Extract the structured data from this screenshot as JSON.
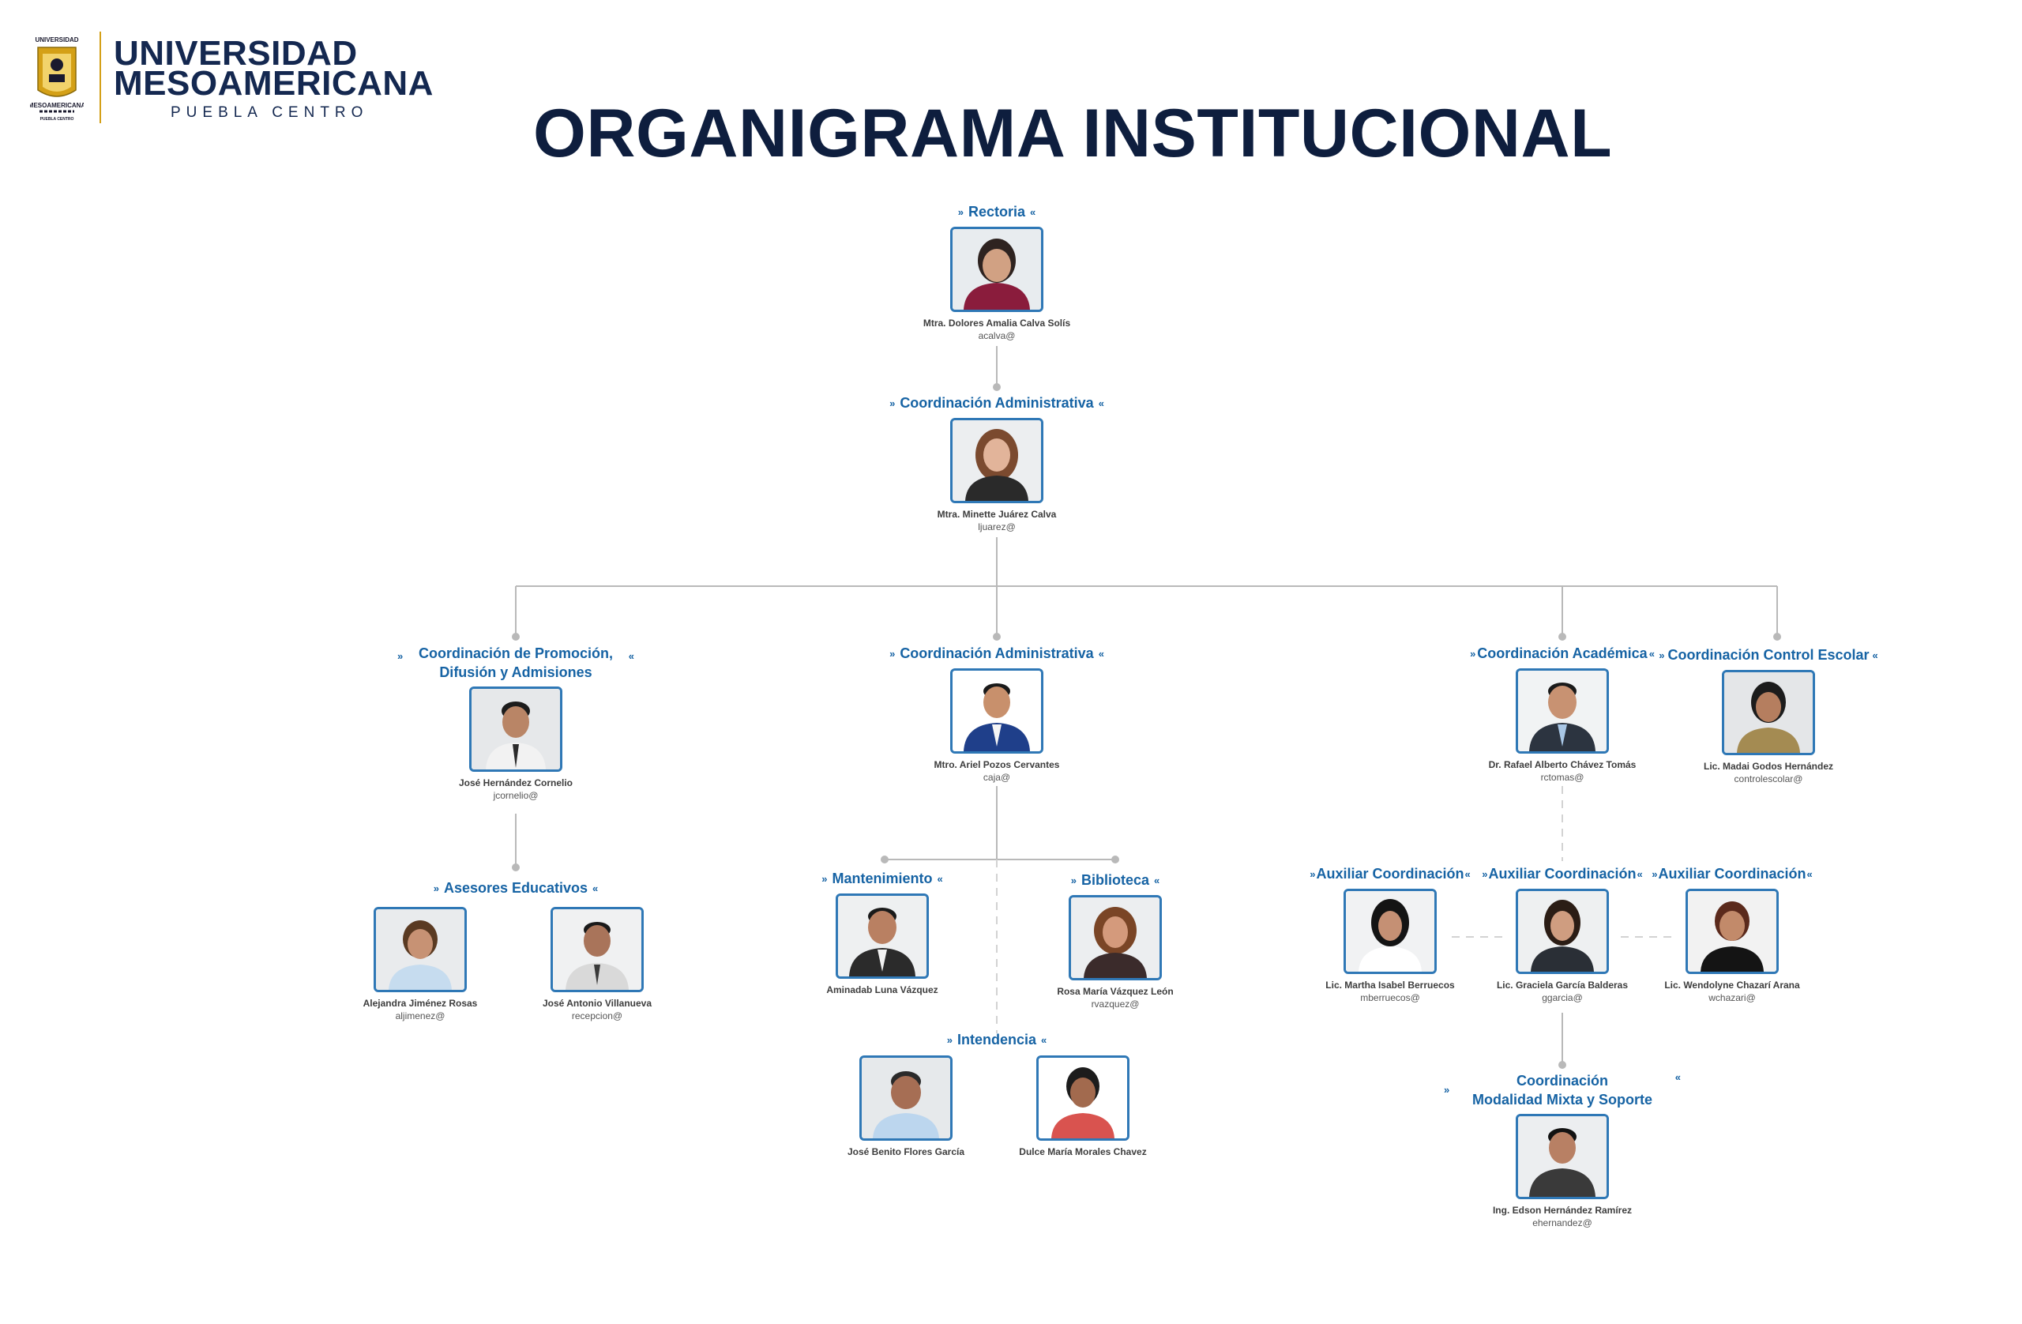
{
  "header": {
    "brand_line1": "UNIVERSIDAD",
    "brand_line2": "MESOAMERICANA",
    "brand_line3": "PUEBLA CENTRO",
    "seal_top": "UNIVERSIDAD",
    "seal_bottom": "MESOAMERICANA",
    "seal_sub": "PUEBLA CENTRO",
    "page_title": "ORGANIGRAMA INSTITUCIONAL",
    "accent": "#d4a017"
  },
  "colors": {
    "title": "#0e1e3e",
    "node_title": "#1663a4",
    "photo_border": "#2f78b6",
    "connector": "#b9b9b9"
  },
  "nodes": {
    "rectoria": {
      "title": "Rectoria",
      "name": "Mtra. Dolores Amalia Calva Solís",
      "email": "acalva@"
    },
    "coord_admin_1": {
      "title": "Coordinación Administrativa",
      "name": "Mtra. Minette Juárez Calva",
      "email": "ljuarez@"
    },
    "coord_promo": {
      "title_line1": "Coordinación de Promoción,",
      "title_line2": "Difusión y Admisiones",
      "name": "José Hernández Cornelio",
      "email": "jcornelio@"
    },
    "coord_admin_2": {
      "title": "Coordinación Administrativa",
      "name": "Mtro. Ariel Pozos Cervantes",
      "email": "caja@"
    },
    "coord_academica": {
      "title": "Coordinación Académica",
      "name": "Dr. Rafael Alberto Chávez Tomás",
      "email": "rctomas@"
    },
    "coord_control": {
      "title": "Coordinación Control Escolar",
      "name": "Lic. Madai Godos Hernández",
      "email": "controlescolar@"
    },
    "asesores": {
      "title": "Asesores Educativos",
      "people": [
        {
          "name": "Alejandra Jiménez Rosas",
          "email": "aljimenez@"
        },
        {
          "name": "José Antonio Villanueva",
          "email": "recepcion@"
        }
      ]
    },
    "mantenimiento": {
      "title": "Mantenimiento",
      "name": "Aminadab Luna Vázquez"
    },
    "biblioteca": {
      "title": "Biblioteca",
      "name": "Rosa María Vázquez León",
      "email": "rvazquez@"
    },
    "intendencia": {
      "title": "Intendencia",
      "people": [
        {
          "name": "José Benito Flores García"
        },
        {
          "name": "Dulce María Morales Chavez"
        }
      ]
    },
    "aux1": {
      "title": "Auxiliar Coordinación",
      "name": "Lic. Martha Isabel Berruecos",
      "email": "mberruecos@"
    },
    "aux2": {
      "title": "Auxiliar Coordinación",
      "name": "Lic. Graciela García Balderas",
      "email": "ggarcia@"
    },
    "aux3": {
      "title": "Auxiliar Coordinación",
      "name": "Lic. Wendolyne Chazarí Arana",
      "email": "wchazari@"
    },
    "modalidad": {
      "title_line1": "Coordinación",
      "title_line2": "Modalidad Mixta y Soporte",
      "name": "Ing. Edson Hernández Ramírez",
      "email": "ehernandez@"
    }
  }
}
